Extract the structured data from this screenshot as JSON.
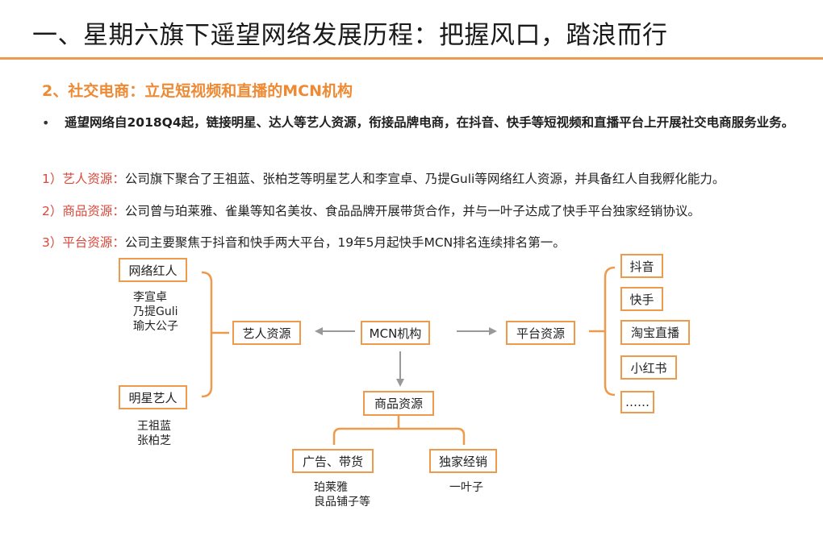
{
  "header": {
    "title": "一、星期六旗下遥望网络发展历程：把握风口，踏浪而行"
  },
  "section": {
    "subtitle": "2、社交电商：立足短视频和直播的MCN机构",
    "bullet": "遥望网络自2018Q4起，链接明星、达人等艺人资源，衔接品牌电商，在抖音、快手等短视频和直播平台上开展社交电商服务业务。",
    "items": [
      {
        "label": "1）艺人资源：",
        "text": "公司旗下聚合了王祖蓝、张柏芝等明星艺人和李宣卓、乃提Guli等网络红人资源，并具备红人自我孵化能力。"
      },
      {
        "label": "2）商品资源：",
        "text": "公司曾与珀莱雅、雀巢等知名美妆、食品品牌开展带货合作，并与一叶子达成了快手平台独家经销协议。"
      },
      {
        "label": "3）平台资源：",
        "text": "公司主要聚焦于抖音和快手两大平台，19年5月起快手MCN排名连续排名第一。"
      }
    ]
  },
  "diagram": {
    "center": "MCN机构",
    "artist": "艺人资源",
    "influencer": "网络红人",
    "influencer_names": [
      "李宣卓",
      "乃提Guli",
      "瑜大公子"
    ],
    "star": "明星艺人",
    "star_names": [
      "王祖蓝",
      "张柏芝"
    ],
    "goods": "商品资源",
    "ads": "广告、带货",
    "ads_names": [
      "珀莱雅",
      "良品铺子等"
    ],
    "exclusive": "独家经销",
    "exclusive_names": [
      "一叶子"
    ],
    "platform": "平台资源",
    "platforms": [
      "抖音",
      "快手",
      "淘宝直播",
      "小红书",
      "……"
    ]
  },
  "colors": {
    "accent": "#ee9a4d",
    "subtitle": "#ee8a34",
    "label_red": "#d9483a",
    "arrow_gray": "#999999"
  }
}
